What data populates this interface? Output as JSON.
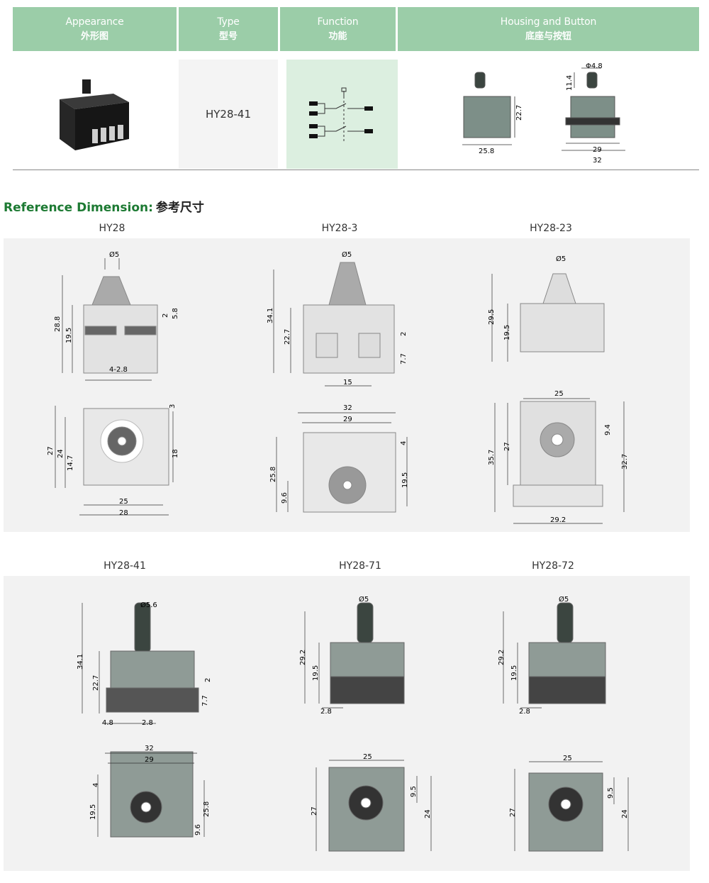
{
  "header": {
    "appearance_en": "Appearance",
    "appearance_cn": "外形图",
    "type_en": "Type",
    "type_cn": "型号",
    "function_en": "Function",
    "function_cn": "功能",
    "housing_en": "Housing and Button",
    "housing_cn": "底座与按钮"
  },
  "product": {
    "type": "HY28-41",
    "housing_dims": {
      "d1": "Φ4.8",
      "d2": "11.4",
      "d3": "22.7",
      "d4": "25.8",
      "d5": "29",
      "d6": "32"
    }
  },
  "reference": {
    "title": "Reference Dimension:",
    "title_cn": "参考尺寸",
    "models": [
      {
        "name": "HY28",
        "dims": {
          "dia": "Ø5",
          "h1": "28.8",
          "h2": "19.5",
          "r1": "2",
          "r2": "5.8",
          "pitch": "4-2.8",
          "b1": "27",
          "b2": "24",
          "b3": "14.7",
          "b4": "3",
          "b5": "18",
          "w1": "25",
          "w2": "28"
        }
      },
      {
        "name": "HY28-3",
        "dims": {
          "dia": "Ø5",
          "h1": "34.1",
          "h2": "22.7",
          "r1": "2",
          "r2": "7.7",
          "w": "15",
          "t1": "32",
          "t2": "29",
          "s1": "4",
          "s2": "25.8",
          "s3": "19.5",
          "s4": "9.6"
        }
      },
      {
        "name": "HY28-23",
        "dims": {
          "dia": "Ø5",
          "h1": "29.5",
          "h2": "19.5",
          "t": "25",
          "s1": "9.4",
          "s2": "35.7",
          "s3": "27",
          "s4": "32.7",
          "b": "29.2"
        }
      },
      {
        "name": "HY28-41",
        "dims": {
          "dia": "Ø5.6",
          "h1": "34.1",
          "h2": "22.7",
          "r1": "2",
          "r2": "7.7",
          "p1": "4.8",
          "p2": "2.8",
          "t1": "32",
          "t2": "29",
          "s1": "4",
          "s2": "19.5",
          "s3": "25.8",
          "s4": "9.6"
        }
      },
      {
        "name": "HY28-71",
        "dims": {
          "dia": "Ø5",
          "h1": "29.2",
          "h2": "19.5",
          "p": "2.8",
          "t": "25",
          "s1": "27",
          "s2": "9.5",
          "s3": "24"
        }
      },
      {
        "name": "HY28-72",
        "dims": {
          "dia": "Ø5",
          "h1": "29.2",
          "h2": "19.5",
          "p": "2.8",
          "t": "25",
          "s1": "27",
          "s2": "9.5",
          "s3": "24"
        }
      }
    ]
  }
}
